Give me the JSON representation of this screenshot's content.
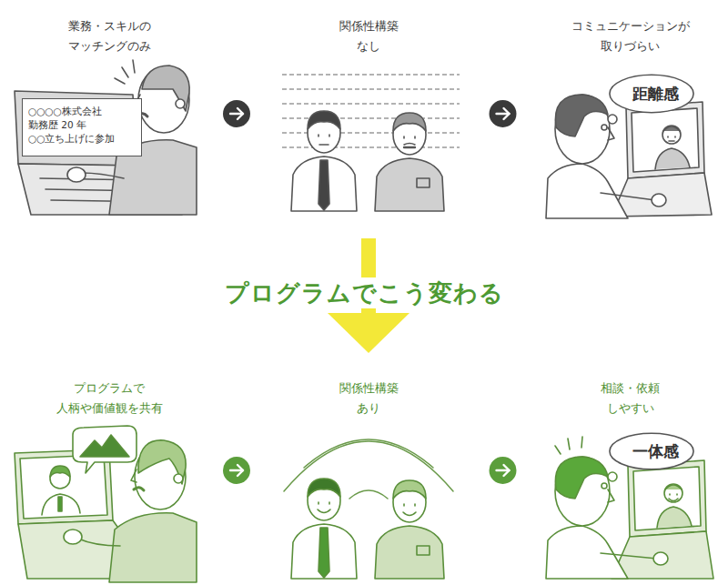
{
  "diagram": {
    "title": "プログラムでこう変わる",
    "nodes": [
      {
        "text": [
          "業務・スキルの マッチングのみ"
        ]
      },
      {
        "text": [
          "○○○○株式会社",
          "勤務歴 20 年",
          "○○立ち上げに参加"
        ],
        "in": 0
      },
      {
        "text": [
          "関係性構築 なし"
        ]
      },
      {
        "text": [
          "コミュニケーションが 取りづらい"
        ]
      },
      {
        "text": [
          "距離感"
        ],
        "in": 3
      },
      {
        "text": [
          "プログラムで 人柄や価値観を共有"
        ]
      },
      {
        "text": [
          "関係性構築 あり"
        ]
      },
      {
        "text": [
          "相談・依頼 しやすい"
        ]
      },
      {
        "text": [
          "一体感"
        ],
        "in": 7
      }
    ],
    "edges": [
      {
        "from": 0,
        "to": 2,
        "arrow": "to"
      },
      {
        "from": 2,
        "to": 3,
        "arrow": "to"
      },
      {
        "from": 5,
        "to": 6,
        "arrow": "to"
      },
      {
        "from": 6,
        "to": 7,
        "arrow": "to"
      },
      {
        "from": 2,
        "to": 6,
        "arrow": "to"
      }
    ]
  }
}
